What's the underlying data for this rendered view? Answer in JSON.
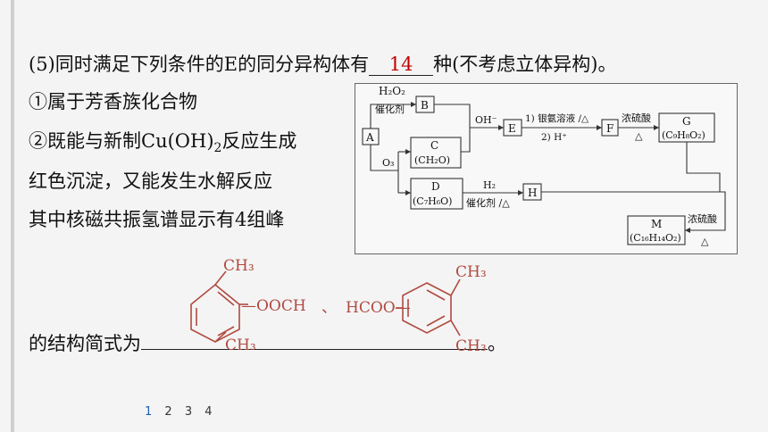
{
  "question": {
    "line1_prefix": "(5)同时满足下列条件的E的同分异构体有",
    "answer": "14",
    "line1_suffix": "种(不考虑立体异构)。",
    "cond1": "①属于芳香族化合物",
    "cond2_prefix": "②既能与新制Cu(OH)",
    "cond2_sub": "2",
    "cond2_suffix": "反应生成",
    "cond2_line2": "红色沉淀，又能发生水解反应",
    "cond3": "其中核磁共振氢谱显示有4组峰",
    "final_prefix": "的结构简式为",
    "final_suffix": "。"
  },
  "scheme": {
    "A": "A",
    "B": "B",
    "E": "E",
    "F": "F",
    "H": "H",
    "reagent_h2o2": "H₂O₂",
    "reagent_cat1": "催化剂",
    "reagent_o3": "O₃",
    "C_label": "C",
    "C_formula": "(CH₂O)",
    "D_label": "D",
    "D_formula": "(C₇H₆O)",
    "reagent_oh": "OH⁻",
    "reagent_silver": "1) 银氨溶液 /△",
    "reagent_h": "2) H⁺",
    "reagent_h2": "H₂",
    "reagent_cat2": "催化剂 /△",
    "reagent_acid1": "浓硫酸",
    "reagent_delta1": "△",
    "G_label": "G",
    "G_formula": "(C₉H₈O₂)",
    "reagent_acid2": "浓硫酸",
    "reagent_delta2": "△",
    "M_label": "M",
    "M_formula": "(C₁₆H₁₄O₂)"
  },
  "structures": {
    "s1_ch3_top": "CH₃",
    "s1_group": "—OOCH",
    "s1_ch3_bottom": "CH₃",
    "separator": "、",
    "s2_group": "HCOO—",
    "s2_ch3_top": "CH₃",
    "s2_ch3_bottom": "CH₃"
  },
  "pager": [
    "1",
    "2",
    "3",
    "4"
  ],
  "colors": {
    "answer": "#c00000",
    "structure": "#b04a40",
    "pager_active": "#1a5fb4"
  }
}
